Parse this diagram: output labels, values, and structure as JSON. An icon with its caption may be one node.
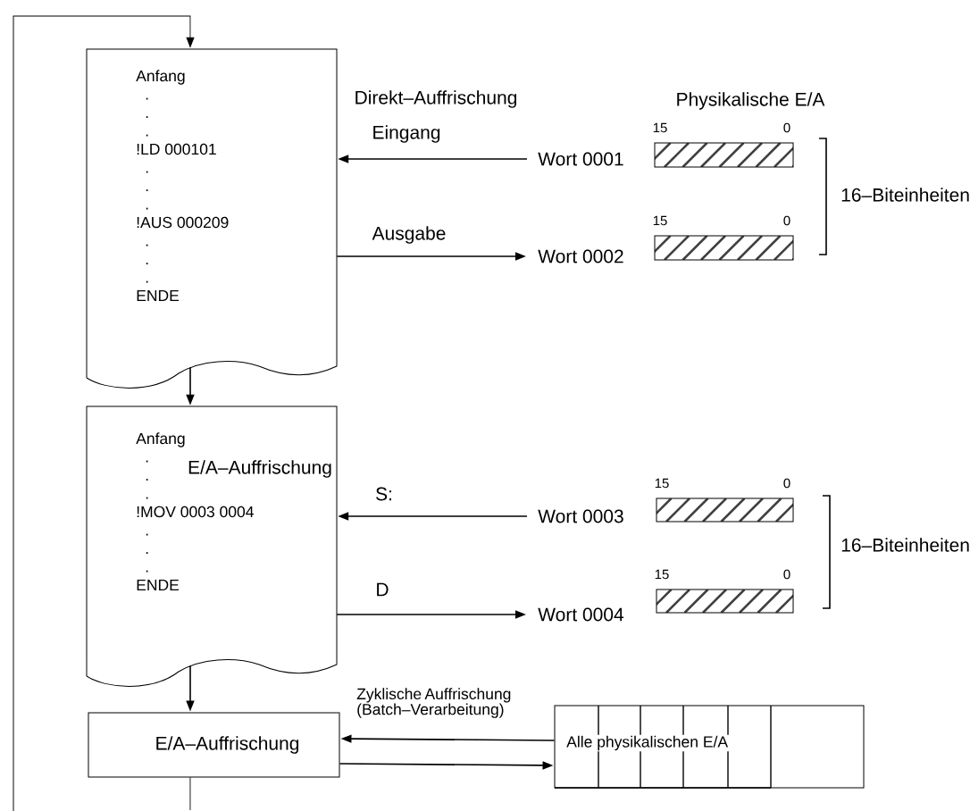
{
  "diagram": {
    "nodes": [
      {
        "text": [
          "Anfang",
          ".",
          ".",
          ".",
          "!LD 000101",
          ".",
          ".",
          ".",
          "!AUS 000209",
          ".",
          ".",
          ".",
          "ENDE"
        ]
      },
      {
        "text": [
          "Wort 0001"
        ]
      },
      {
        "text": [],
        "shape": "bar",
        "beside": [
          "15",
          "0"
        ]
      },
      {
        "text": [
          "Wort 0002"
        ]
      },
      {
        "text": [],
        "shape": "bar",
        "beside": [
          "15",
          "0"
        ]
      },
      {
        "text": [
          "Anfang",
          ".",
          ".",
          ".",
          "!MOV 0003 0004",
          ".",
          ".",
          ".",
          "ENDE"
        ]
      },
      {
        "text": [
          "Wort 0003"
        ]
      },
      {
        "text": [],
        "shape": "bar",
        "beside": [
          "15",
          "0"
        ]
      },
      {
        "text": [
          "Wort 0004"
        ]
      },
      {
        "text": [],
        "shape": "bar",
        "beside": [
          "15",
          "0"
        ]
      },
      {
        "text": [
          "E/A–Auffrischung"
        ]
      },
      {
        "text": [
          "Alle physikalischen E/A"
        ]
      }
    ],
    "edges": [
      {
        "from": null,
        "to": 0,
        "arrow": "to"
      },
      {
        "from": 0,
        "to": 5,
        "arrow": "to"
      },
      {
        "from": 5,
        "to": 10,
        "arrow": "to"
      },
      {
        "from": 10,
        "to": null,
        "arrow": "none"
      },
      {
        "from": 1,
        "to": 0,
        "arrow": "to",
        "label": "Eingang"
      },
      {
        "from": 0,
        "to": 3,
        "arrow": "to",
        "label": "Ausgabe"
      },
      {
        "from": 6,
        "to": 5,
        "arrow": "to",
        "label": "S:"
      },
      {
        "from": 5,
        "to": 8,
        "arrow": "to",
        "label": "D"
      },
      {
        "from": 11,
        "to": 10,
        "arrow": "to",
        "label": "Zyklische Auffrischung (Batch–Verarbeitung)"
      },
      {
        "from": 10,
        "to": 11,
        "arrow": "to"
      }
    ],
    "labels": [
      "Direkt–Auffrischung",
      "Physikalische E/A",
      "16–Biteinheiten",
      "E/A–Auffrischung",
      "16–Biteinheiten"
    ]
  }
}
